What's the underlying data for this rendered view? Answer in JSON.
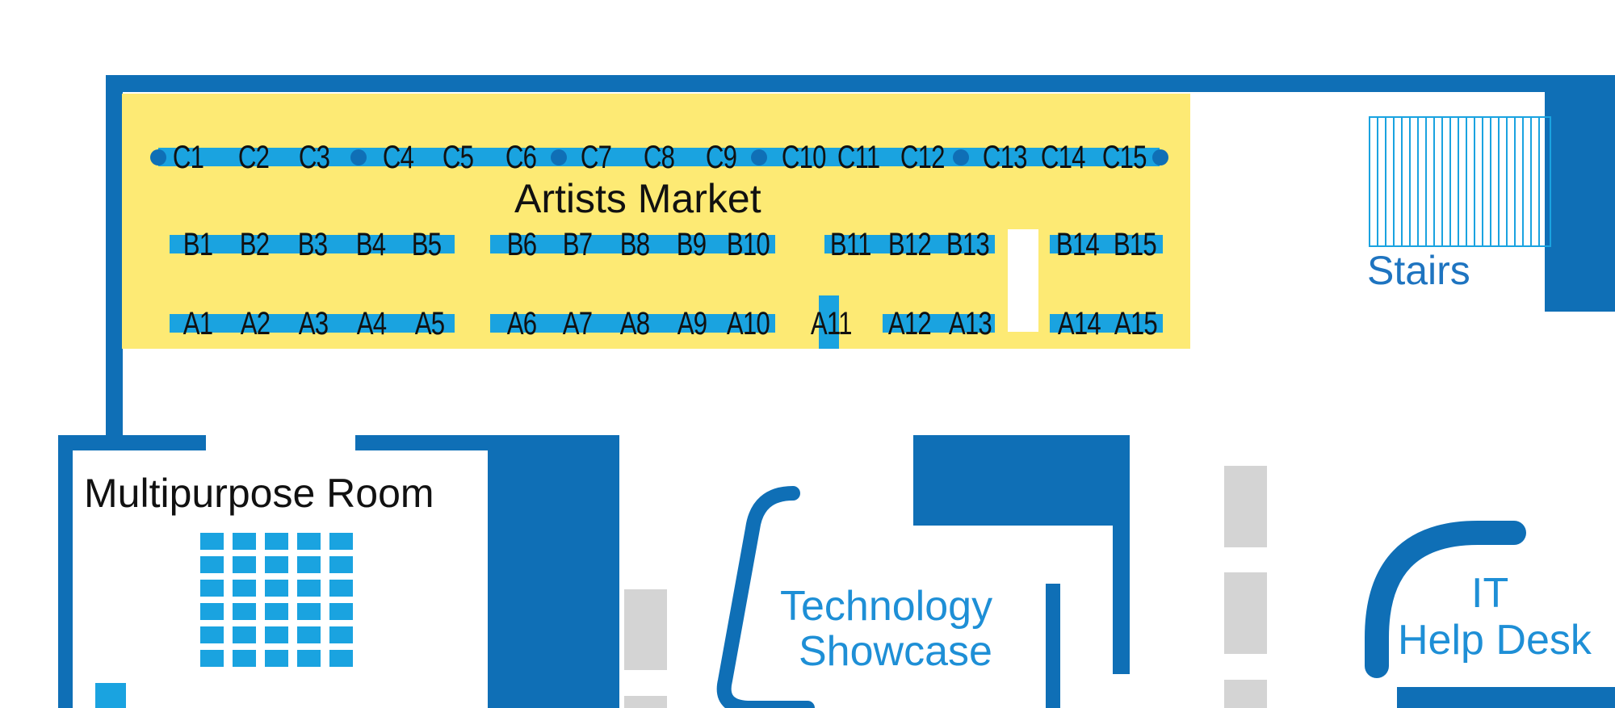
{
  "map": {
    "areas": {
      "artists_market": "Artists Market",
      "stairs": "Stairs",
      "multipurpose_room": "Multipurpose Room",
      "technology_showcase_line1": "Technology",
      "technology_showcase_line2": "Showcase",
      "it_help_desk_line1": "IT",
      "it_help_desk_line2": "Help Desk"
    },
    "booths": {
      "row_c": [
        "C1",
        "C2",
        "C3",
        "C4",
        "C5",
        "C6",
        "C7",
        "C8",
        "C9",
        "C10",
        "C11",
        "C12",
        "C13",
        "C14",
        "C15"
      ],
      "row_b": [
        "B1",
        "B2",
        "B3",
        "B4",
        "B5",
        "B6",
        "B7",
        "B8",
        "B9",
        "B10",
        "B11",
        "B12",
        "B13",
        "B14",
        "B15"
      ],
      "row_a": [
        "A1",
        "A2",
        "A3",
        "A4",
        "A5",
        "A6",
        "A7",
        "A8",
        "A9",
        "A10",
        "A11",
        "A12",
        "A13",
        "A14",
        "A15"
      ]
    },
    "colors": {
      "wall": "#0f6fb6",
      "booth_strip": "#1aa3e0",
      "market_fill": "#fdea74",
      "label_blue": "#1e8fd6",
      "furniture_grey": "#d4d4d4"
    }
  }
}
